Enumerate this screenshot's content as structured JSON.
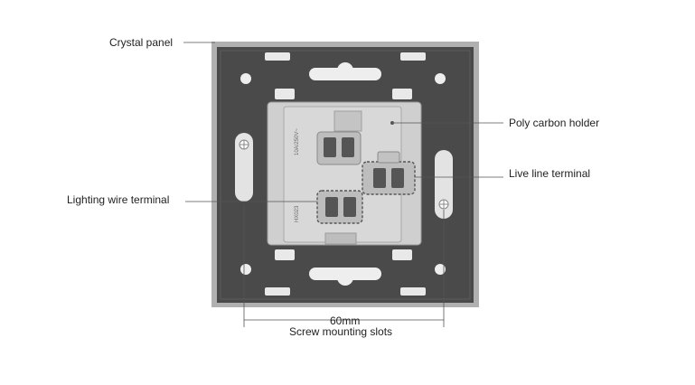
{
  "labels": {
    "crystal_panel": "Crystal panel",
    "poly_carbon_holder": "Poly carbon holder",
    "live_line_terminal": "Live line terminal",
    "lighting_wire_terminal": "Lighting wire terminal",
    "dimension": "60mm",
    "screw_mounting_slots": "Screw mounting slots"
  },
  "colors": {
    "frame_border": "#a8a8a8",
    "panel": "#4b4b4b",
    "holder": "#c9c9c9",
    "hole": "#eeeeee",
    "leader_line": "#555555"
  },
  "icons": [
    "screw-mounting-slot-icon",
    "terminal-icon"
  ]
}
